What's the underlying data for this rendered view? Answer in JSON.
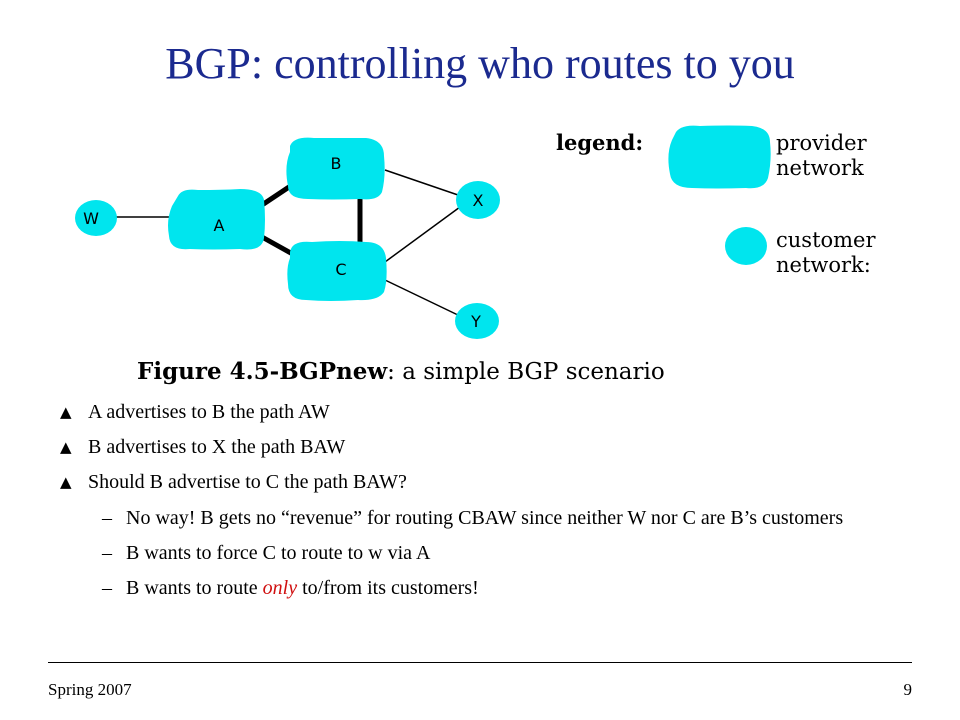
{
  "slide": {
    "title": "BGP: controlling who routes to you",
    "footer_left": "Spring 2007",
    "page_number": "9"
  },
  "diagram": {
    "nodes": {
      "W": "W",
      "A": "A",
      "B": "B",
      "C": "C",
      "X": "X",
      "Y": "Y"
    },
    "caption_figure": "Figure 4.5-BGPnew",
    "caption_text": ": a simple BGP scenario",
    "node_color": "#00e5ee"
  },
  "legend": {
    "title": "legend:",
    "provider_line1": "provider",
    "provider_line2": "network",
    "customer_line1": "customer",
    "customer_line2": "network:"
  },
  "bullets": {
    "b1": "A advertises to B the path AW",
    "b2": "B advertises to X the path BAW",
    "b3": "Should B advertise to C the path BAW?",
    "s1": "No way! B gets no “revenue” for routing CBAW since neither W nor C are B’s customers",
    "s2": "B wants to force C to route to w via A",
    "s3_pre": "B wants to route ",
    "s3_em": "only",
    "s3_post": " to/from its customers!"
  }
}
